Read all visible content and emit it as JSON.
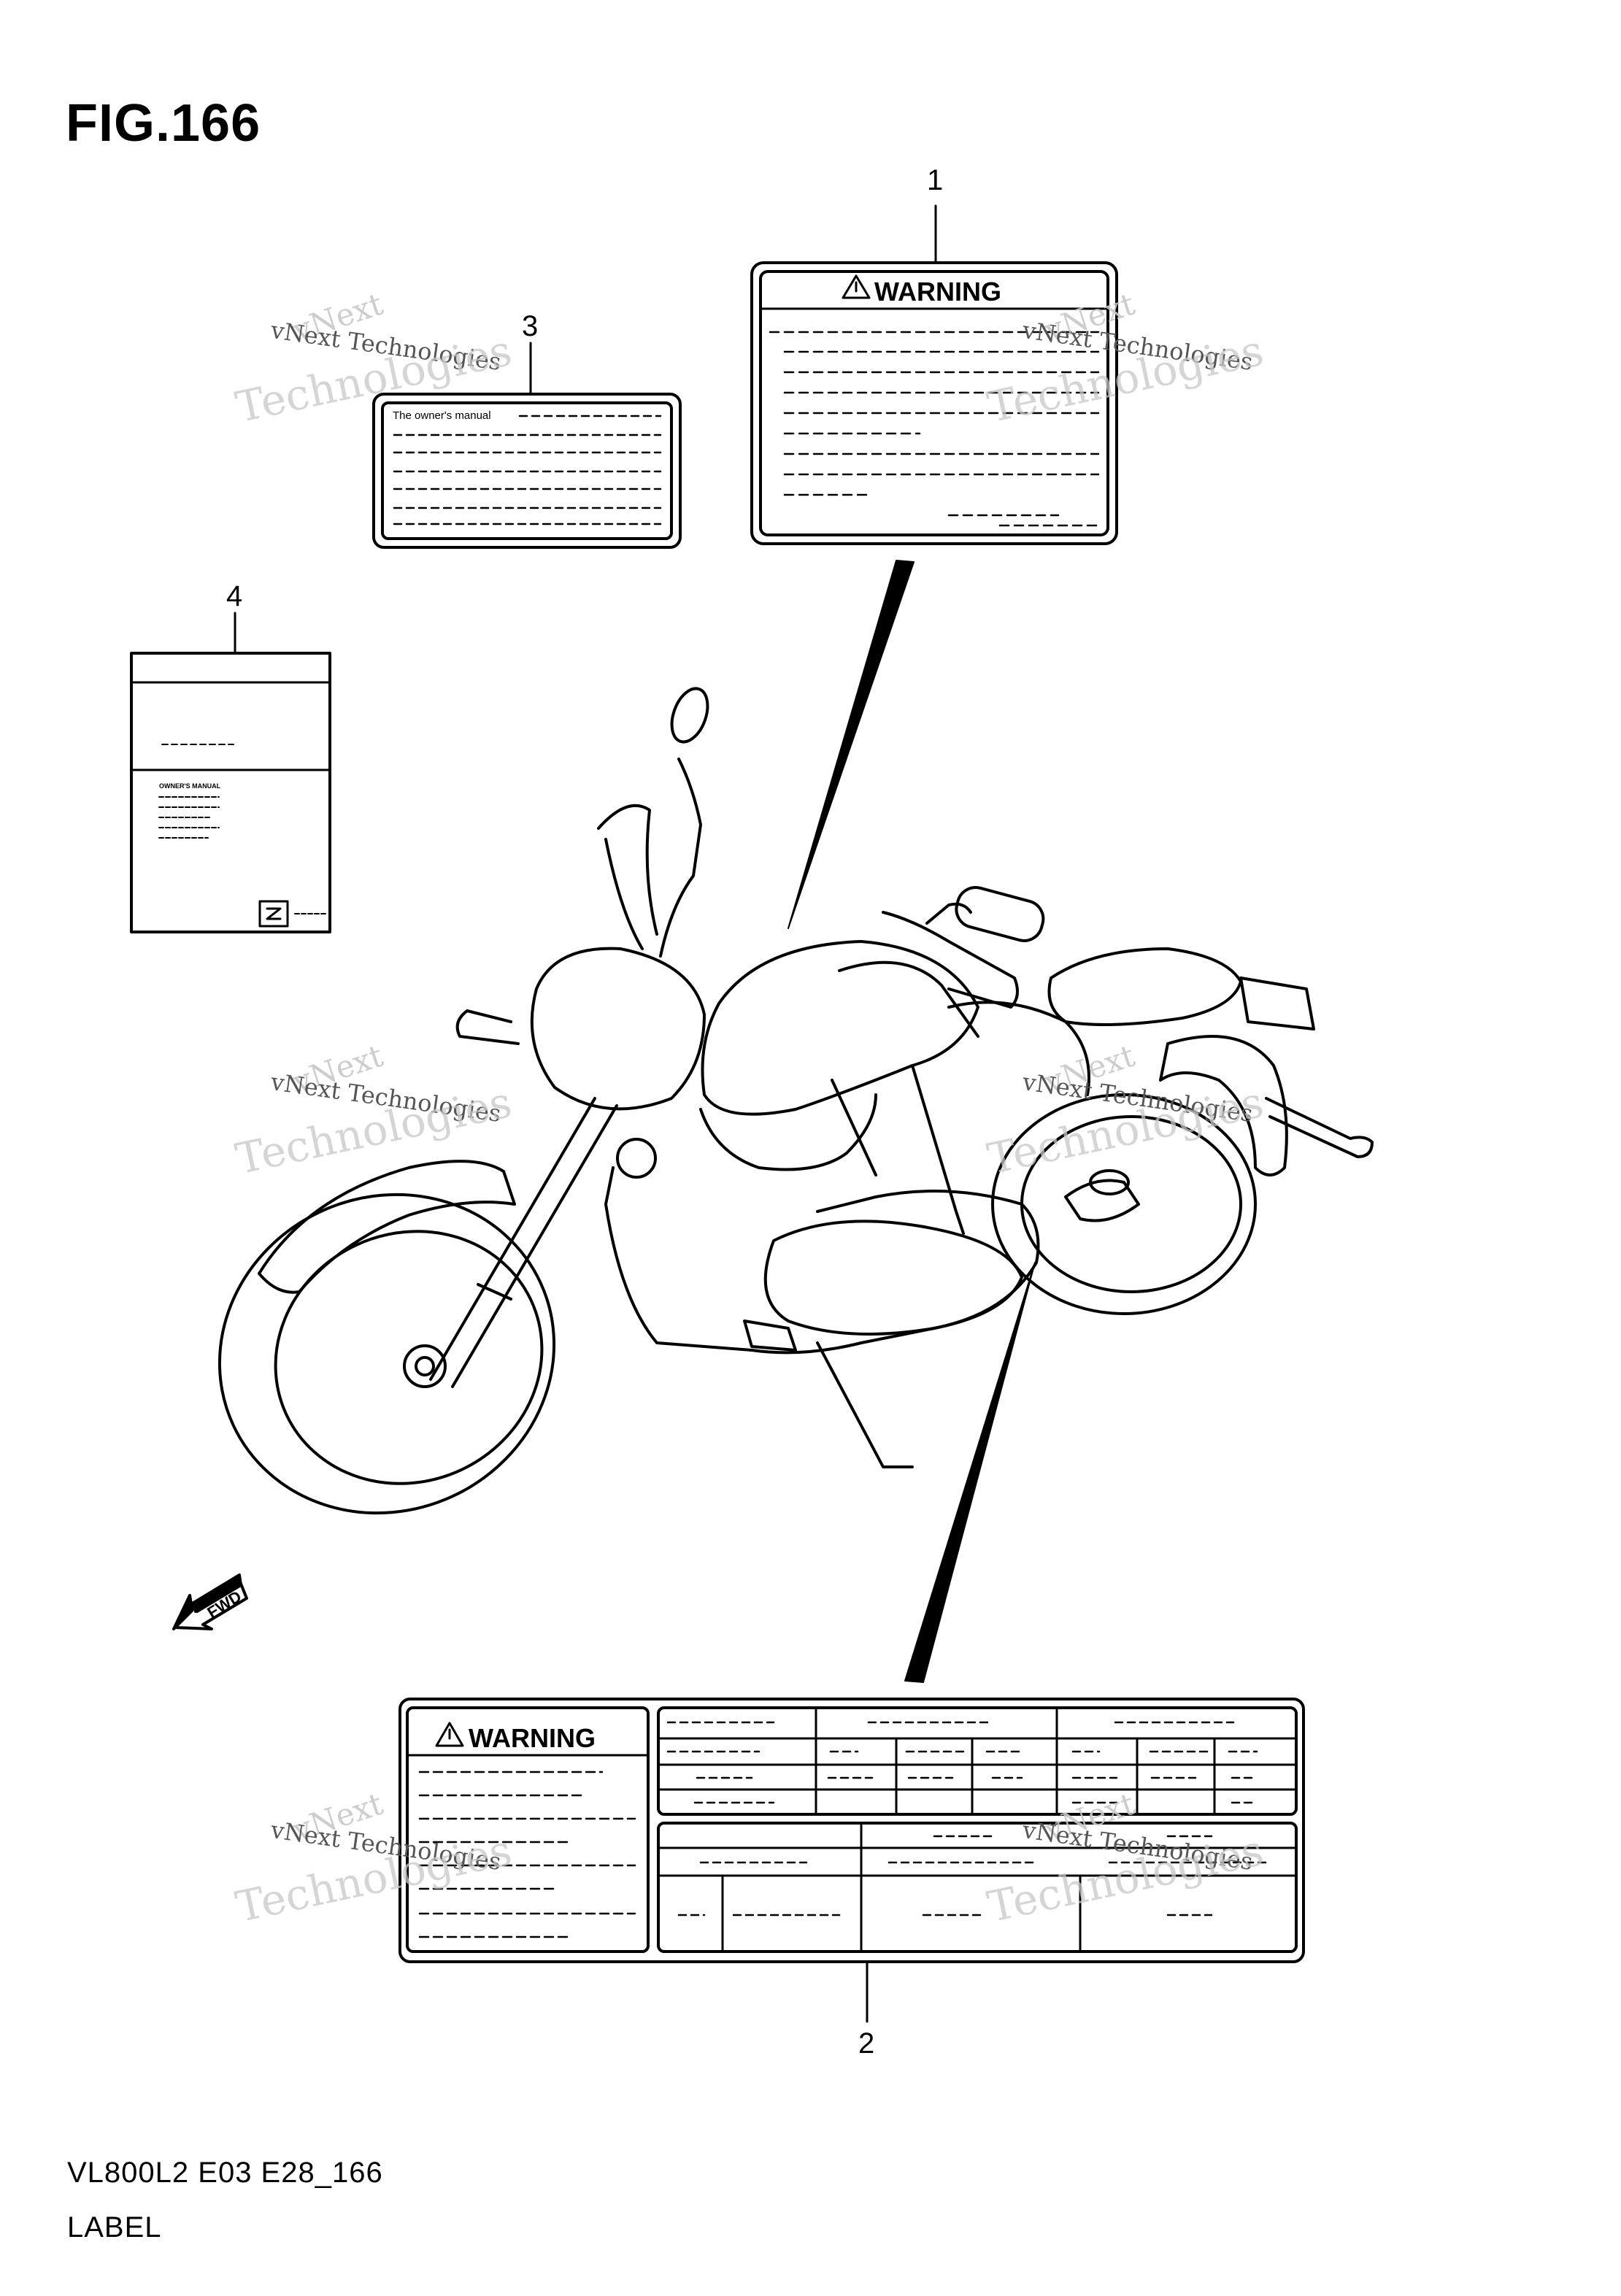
{
  "figure": {
    "title": "FIG.166"
  },
  "callouts": [
    {
      "number": "1"
    },
    {
      "number": "2"
    },
    {
      "number": "3"
    },
    {
      "number": "4"
    }
  ],
  "labels": {
    "warning_label_1": {
      "heading": "WARNING"
    },
    "warning_label_2": {
      "heading": "WARNING"
    },
    "manual_label_3": {
      "text": "The owner's manual"
    },
    "manual_booklet_4": {
      "text": "OWNER'S MANUAL"
    }
  },
  "fwd_arrow": {
    "text": "FWD"
  },
  "footer": {
    "model_code": "VL800L2 E03 E28_166",
    "section": "LABEL"
  },
  "watermark": {
    "brand": "vNext",
    "line": "vNext Technologies",
    "word": "Technologies"
  },
  "colors": {
    "ink": "#000000",
    "watermark": "#c8c8c8"
  }
}
